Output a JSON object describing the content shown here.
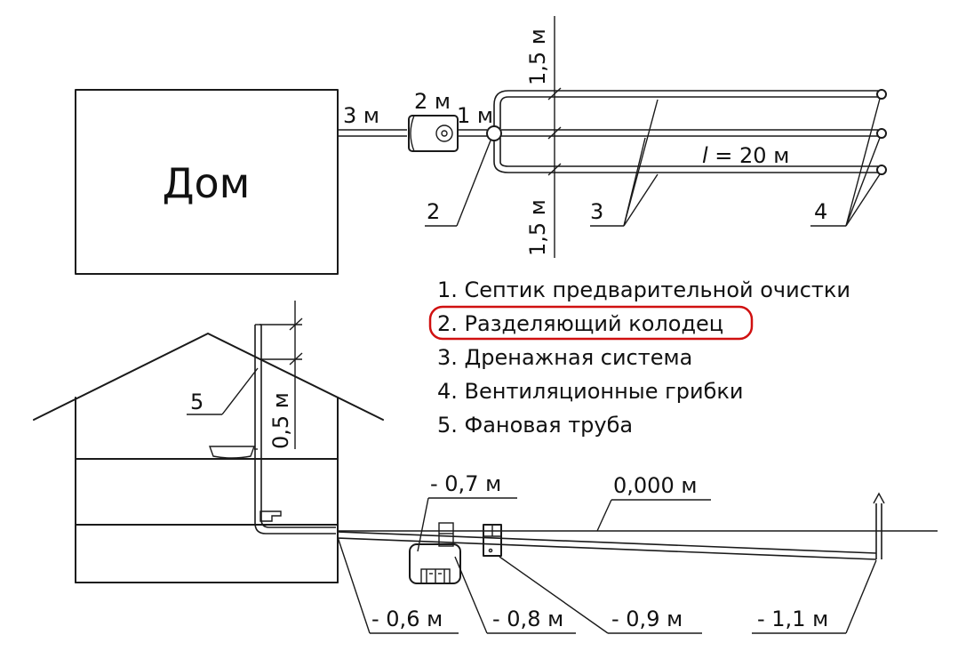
{
  "plan": {
    "house_label": "Дом",
    "dim_3m": "3 м",
    "dim_2m": "2 м",
    "dim_1m": "1 м",
    "dim_15_top": "1,5 м",
    "dim_15_bottom": "1,5 м",
    "length_l": "l",
    "length_val": " = 20 м",
    "callout_2": "2",
    "callout_3": "3",
    "callout_4": "4"
  },
  "legend": {
    "items": [
      "1. Септик предварительной очистки",
      "2. Разделяющий колодец",
      "3. Дренажная система",
      "4. Вентиляционные грибки",
      "5. Фановая труба"
    ],
    "highlight_index": 1,
    "highlight_color": "#d01010"
  },
  "section": {
    "callout_5": "5",
    "dim_05": "0,5 м",
    "level_07": "- 0,7 м",
    "level_0000": "0,000 м",
    "level_06": "- 0,6 м",
    "level_08": "- 0,8 м",
    "level_09": "- 0,9 м",
    "level_11": "- 1,1 м"
  }
}
